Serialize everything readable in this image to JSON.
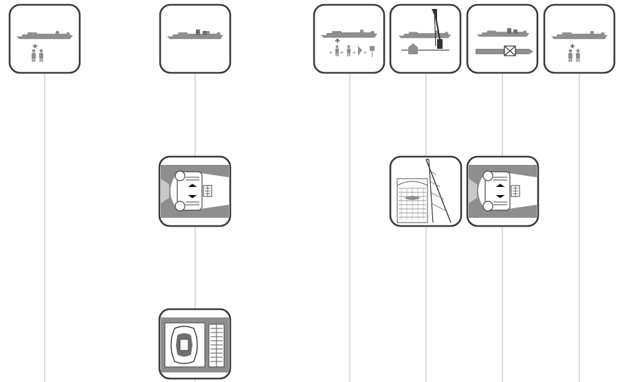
{
  "diagram": {
    "columns": [
      {
        "id": "col-1",
        "tiles": [
          {
            "row": "top",
            "icon": "ship-with-passengers-icon"
          }
        ]
      },
      {
        "id": "col-2",
        "tiles": [
          {
            "row": "top",
            "icon": "ship-with-crane-icon"
          },
          {
            "row": "middle",
            "icon": "berth-plan-icon"
          },
          {
            "row": "bottom",
            "icon": "dock-plan-icon"
          }
        ]
      },
      {
        "id": "col-3",
        "tiles": [
          {
            "row": "top",
            "icon": "ship-with-passengers-and-luggage-icon"
          }
        ]
      },
      {
        "id": "col-4",
        "tiles": [
          {
            "row": "top",
            "icon": "ship-with-crane-and-terminal-icon"
          },
          {
            "row": "middle",
            "icon": "terminal-crane-elevation-icon"
          }
        ]
      },
      {
        "id": "col-5",
        "tiles": [
          {
            "row": "top",
            "icon": "ship-with-barge-icon"
          },
          {
            "row": "middle",
            "icon": "berth-plan-icon"
          }
        ]
      },
      {
        "id": "col-6",
        "tiles": [
          {
            "row": "top",
            "icon": "ship-with-passengers-icon"
          }
        ]
      }
    ],
    "colors": {
      "frame": "#3a3a3a",
      "line": "#c8c8c8",
      "ship": "#8e8e8e",
      "dark": "#6e6e6e"
    }
  }
}
